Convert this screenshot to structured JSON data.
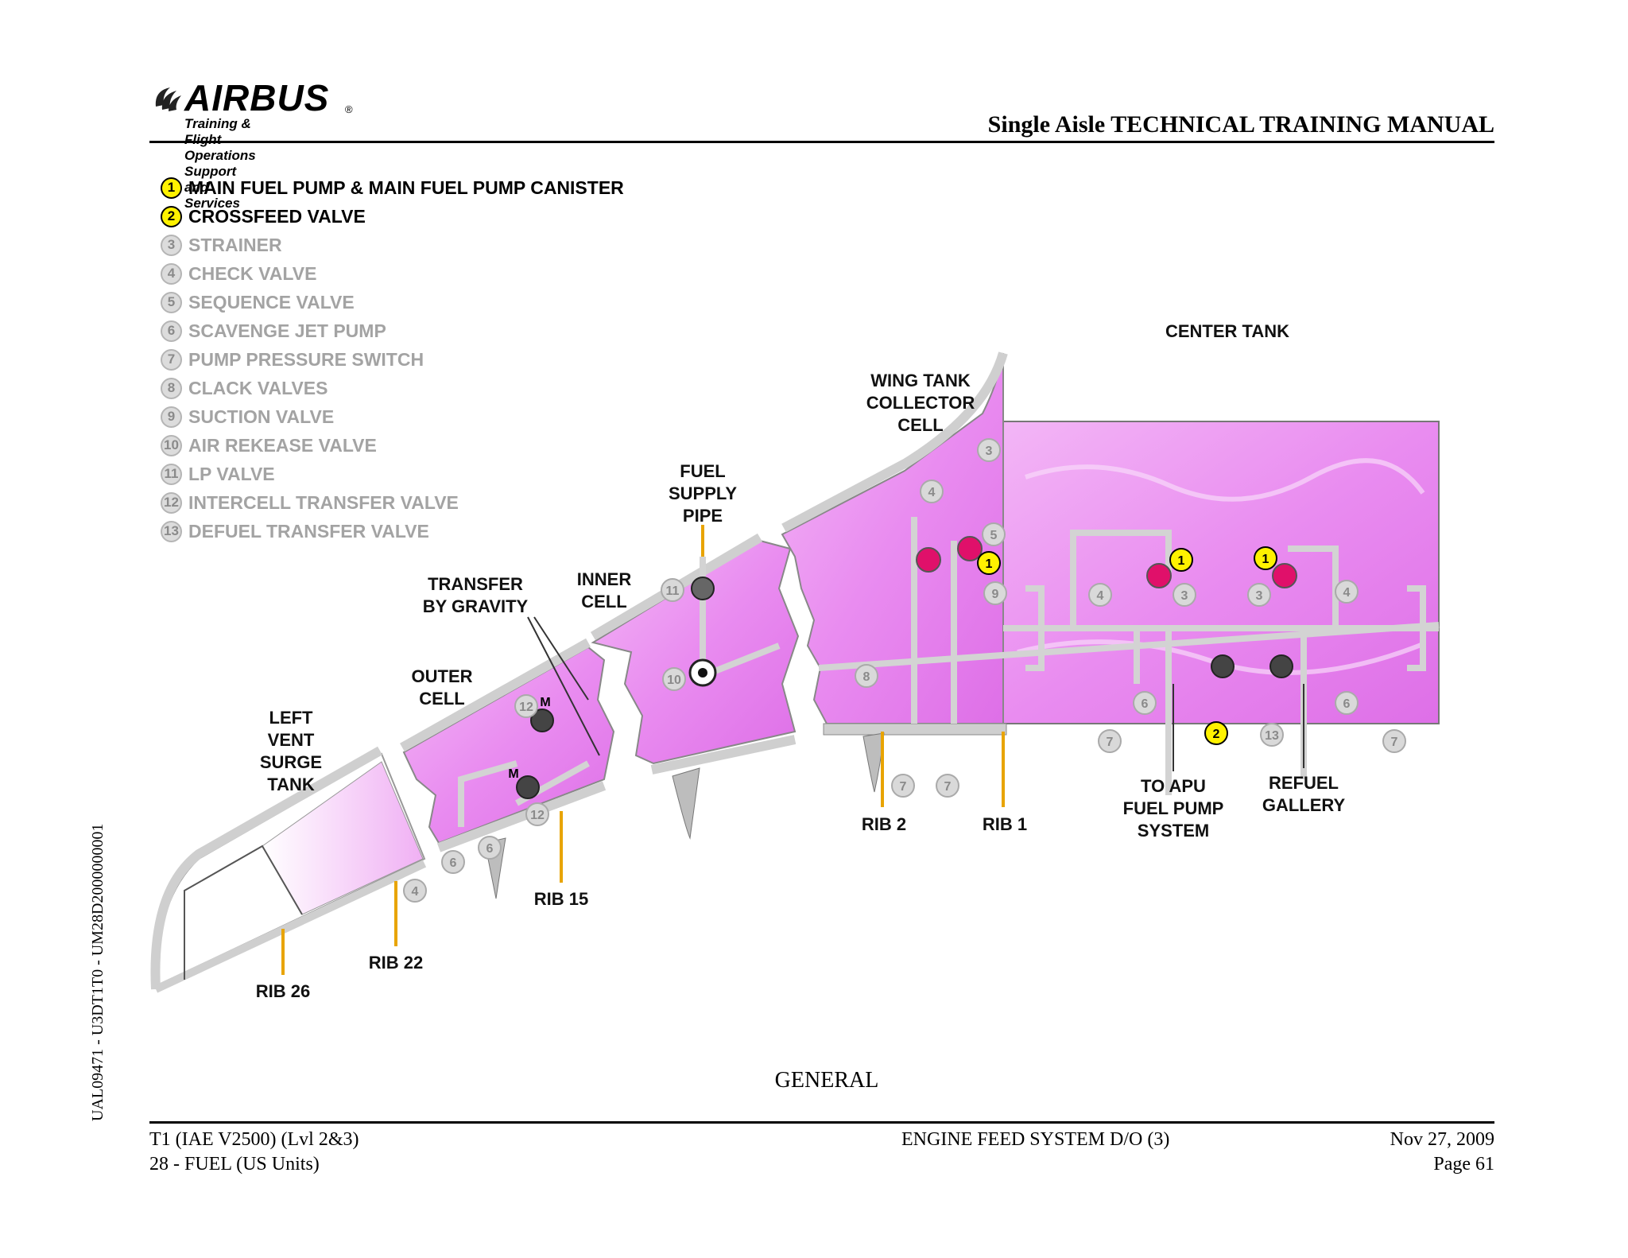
{
  "header": {
    "logo_text": "AIRBUS",
    "logo_registered": "®",
    "logo_tagline": "Training & Flight Operations Support and Services",
    "manual_title": "Single Aisle TECHNICAL TRAINING MANUAL"
  },
  "legend": [
    {
      "num": "1",
      "label": "MAIN FUEL PUMP & MAIN FUEL PUMP CANISTER",
      "highlighted": true
    },
    {
      "num": "2",
      "label": "CROSSFEED VALVE",
      "highlighted": true
    },
    {
      "num": "3",
      "label": "STRAINER",
      "highlighted": false
    },
    {
      "num": "4",
      "label": "CHECK VALVE",
      "highlighted": false
    },
    {
      "num": "5",
      "label": "SEQUENCE VALVE",
      "highlighted": false
    },
    {
      "num": "6",
      "label": "SCAVENGE JET PUMP",
      "highlighted": false
    },
    {
      "num": "7",
      "label": "PUMP PRESSURE SWITCH",
      "highlighted": false
    },
    {
      "num": "8",
      "label": "CLACK VALVES",
      "highlighted": false
    },
    {
      "num": "9",
      "label": "SUCTION VALVE",
      "highlighted": false
    },
    {
      "num": "10",
      "label": "AIR REKEASE VALVE",
      "highlighted": false
    },
    {
      "num": "11",
      "label": "LP  VALVE",
      "highlighted": false
    },
    {
      "num": "12",
      "label": "INTERCELL TRANSFER VALVE",
      "highlighted": false
    },
    {
      "num": "13",
      "label": "DEFUEL TRANSFER VALVE",
      "highlighted": false
    }
  ],
  "diagram": {
    "center_tank": "CENTER TANK",
    "wing_tank_collector_cell": [
      "WING TANK",
      "COLLECTOR",
      "CELL"
    ],
    "fuel_supply_pipe": [
      "FUEL",
      "SUPPLY",
      "PIPE"
    ],
    "inner_cell": [
      "INNER",
      "CELL"
    ],
    "transfer_by_gravity": [
      "TRANSFER",
      "BY GRAVITY"
    ],
    "outer_cell": [
      "OUTER",
      "CELL"
    ],
    "left_vent_surge_tank": [
      "LEFT",
      "VENT",
      "SURGE",
      "TANK"
    ],
    "to_apu": [
      "TO APU",
      "FUEL PUMP",
      "SYSTEM"
    ],
    "refuel_gallery": [
      "REFUEL",
      "GALLERY"
    ],
    "rib_2": "RIB 2",
    "rib_1": "RIB 1",
    "rib_15": "RIB 15",
    "rib_22": "RIB 22",
    "rib_26": "RIB 26",
    "motor_letter": "M",
    "badges": {
      "b1": "1",
      "b2": "2",
      "b3": "3",
      "b4": "4",
      "b5": "5",
      "b6": "6",
      "b7": "7",
      "b8": "8",
      "b9": "9",
      "b10": "10",
      "b11": "11",
      "b12": "12",
      "b13": "13"
    }
  },
  "caption": "GENERAL",
  "side_code": "UAL09471 - U3DT1T0 - UM28D2000000001",
  "footer": {
    "left_line1": "T1 (IAE V2500) (Lvl 2&3)",
    "left_line2": "28 - FUEL (US Units)",
    "center": "ENGINE FEED SYSTEM D/O (3)",
    "right_line1": "Nov 27, 2009",
    "right_line2": "Page 61"
  },
  "colors": {
    "fuel": "#e98cf0",
    "fuel_light": "#f5c6f7",
    "structure": "#cfcfcf",
    "pump": "#e0106a",
    "highlight": "#fff200",
    "rib": "#e8a400",
    "muted_badge": "#d9d9d9"
  }
}
